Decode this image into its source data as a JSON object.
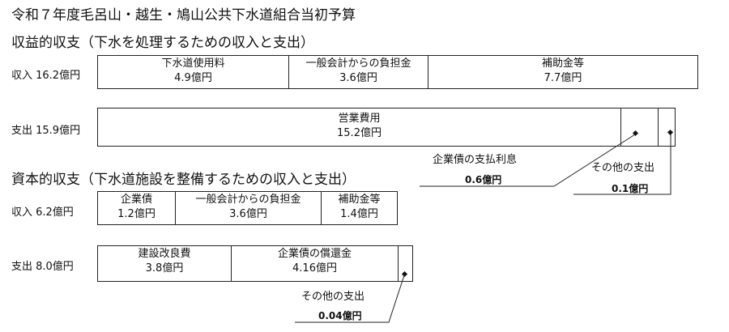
{
  "title": "令和７年度毛呂山・越生・鳩山公共下水道組合当初予算",
  "revenue_section": {
    "heading": "収益的収支（下水を処理するための収入と支出）",
    "income": {
      "label": "収入 16.2億円",
      "items": [
        {
          "name": "下水道使用料",
          "amount": "4.9億円"
        },
        {
          "name": "一般会計からの負担金",
          "amount": "3.6億円"
        },
        {
          "name": "補助金等",
          "amount": "7.7億円"
        }
      ]
    },
    "expense": {
      "label": "支出 15.9億円",
      "items": [
        {
          "name": "営業費用",
          "amount": "15.2億円"
        }
      ],
      "callouts": [
        {
          "name": "企業債の支払利息",
          "amount": "0.6億円"
        },
        {
          "name": "その他の支出",
          "amount": "0.1億円"
        }
      ]
    }
  },
  "capital_section": {
    "heading": "資本的収支（下水道施設を整備するための収入と支出）",
    "income": {
      "label": "収入 6.2億円",
      "items": [
        {
          "name": "企業債",
          "amount": "1.2億円"
        },
        {
          "name": "一般会計からの負担金",
          "amount": "3.6億円"
        },
        {
          "name": "補助金等",
          "amount": "1.4億円"
        }
      ]
    },
    "expense": {
      "label": "支出 8.0億円",
      "items": [
        {
          "name": "建設改良費",
          "amount": "3.8億円"
        },
        {
          "name": "企業債の償還金",
          "amount": "4.16億円"
        }
      ],
      "callouts": [
        {
          "name": "その他の支出",
          "amount": "0.04億円"
        }
      ]
    }
  }
}
